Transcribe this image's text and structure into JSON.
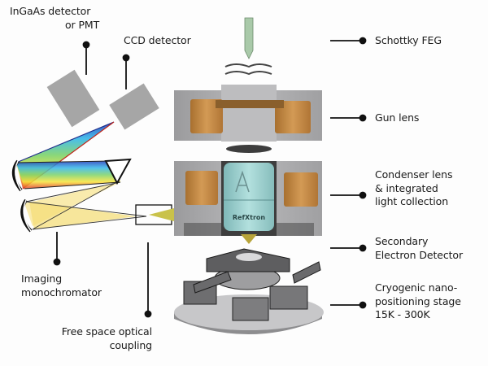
{
  "labels": {
    "ingaas": [
      "InGaAs detector",
      "or PMT"
    ],
    "ccd": [
      "CCD detector"
    ],
    "feg": [
      "Schottky FEG"
    ],
    "gun_lens": [
      "Gun lens"
    ],
    "condenser": [
      "Condenser lens",
      "& integrated",
      "light collection"
    ],
    "se_detector": [
      "Secondary",
      "Electron Detector"
    ],
    "stage": [
      "Cryogenic nano-",
      "positioning stage",
      "15K - 300K"
    ],
    "monochromator": [
      "Imaging",
      "monochromator"
    ],
    "coupling": [
      "Free space optical",
      "coupling"
    ]
  },
  "objective_brand": "RefXtron",
  "colors": {
    "lens_coil": "#c08a45",
    "column_gray": "#a7a7a9",
    "objective_teal": "#9fd0cf",
    "light_beam": "#c9c24a",
    "detector_gray": "#a6a6a6",
    "leader_line": "#111111"
  }
}
